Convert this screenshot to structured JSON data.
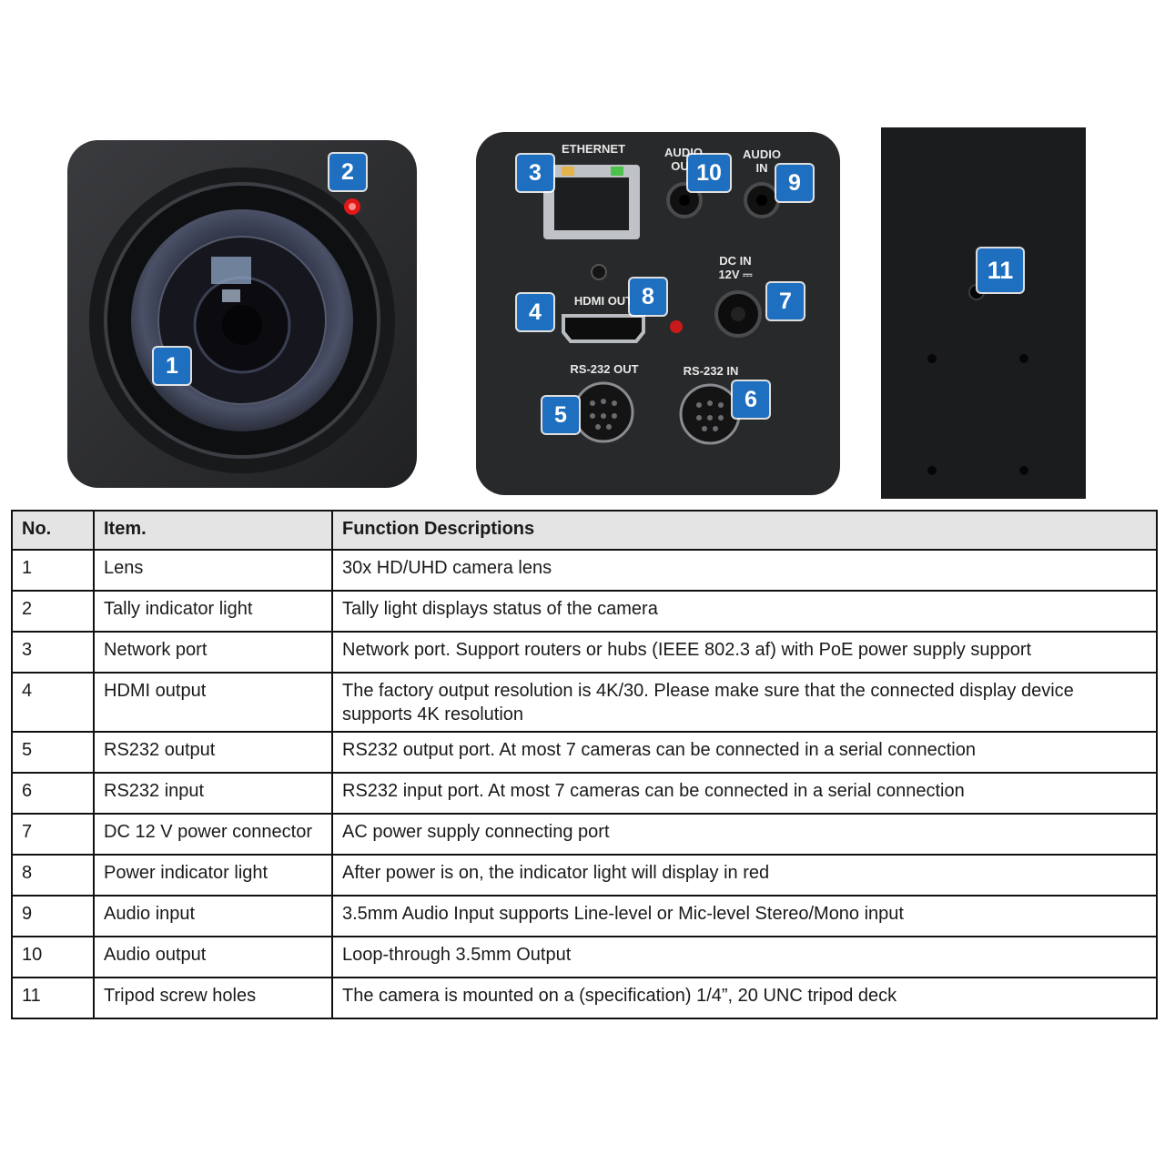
{
  "callouts": {
    "c1": "1",
    "c2": "2",
    "c3": "3",
    "c4": "4",
    "c5": "5",
    "c6": "6",
    "c7": "7",
    "c8": "8",
    "c9": "9",
    "c10": "10",
    "c11": "11"
  },
  "port_labels": {
    "ethernet": "ETHERNET",
    "audio_out": "AUDIO\nOUT",
    "audio_in": "AUDIO\nIN",
    "dc_in": "DC IN\n12V ⎓",
    "hdmi_out": "HDMI OUT",
    "rs232_out": "RS-232 OUT",
    "rs232_in": "RS-232 IN"
  },
  "colors": {
    "callout_blue": "#1f6fc0",
    "tally_red": "#e01818",
    "body_dark": "#2a2b2d",
    "header_gray": "#e4e4e4"
  },
  "table": {
    "headers": [
      "No.",
      "Item.",
      "Function Descriptions"
    ],
    "rows": [
      [
        "1",
        "Lens",
        "30x HD/UHD camera lens"
      ],
      [
        "2",
        "Tally indicator light",
        "Tally light displays status of the camera"
      ],
      [
        "3",
        "Network port",
        "Network port. Support routers or hubs (IEEE 802.3 af) with PoE power supply support"
      ],
      [
        "4",
        "HDMI output",
        "The factory output resolution is 4K/30. Please make sure that the connected display device supports 4K resolution"
      ],
      [
        "5",
        "RS232 output",
        "RS232 output port. At most 7 cameras can be connected in a serial connection"
      ],
      [
        "6",
        "RS232 input",
        "RS232 input port. At most 7 cameras can be connected in a serial connection"
      ],
      [
        "7",
        "DC 12 V power connector",
        "AC power supply connecting port"
      ],
      [
        "8",
        "Power indicator light",
        "After power is on, the indicator light will display in red"
      ],
      [
        "9",
        "Audio input",
        "3.5mm Audio Input supports Line-level or Mic-level Stereo/Mono input"
      ],
      [
        "10",
        "Audio output",
        "Loop-through 3.5mm Output"
      ],
      [
        "11",
        "Tripod screw holes",
        "The camera is mounted on a (specification) 1/4”, 20 UNC tripod deck"
      ]
    ]
  }
}
